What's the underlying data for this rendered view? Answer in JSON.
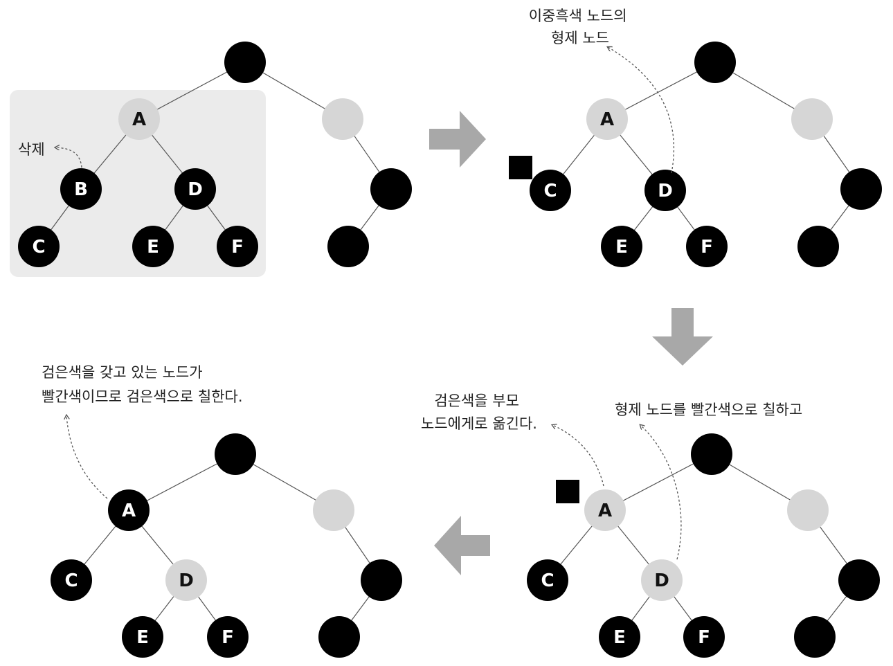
{
  "colors": {
    "black_node": "#000000",
    "red_node": "#d6d6d6",
    "black_label": "#ffffff",
    "red_label": "#111111",
    "highlight_box": "#ebebeb",
    "arrow": "#a8a8a8",
    "extra_black_marker": "#000000"
  },
  "panels": [
    {
      "id": "panel-1",
      "nodes": [
        {
          "id": "root",
          "label": "",
          "color": "black"
        },
        {
          "id": "A",
          "label": "A",
          "color": "red"
        },
        {
          "id": "right",
          "label": "",
          "color": "red"
        },
        {
          "id": "B",
          "label": "B",
          "color": "black"
        },
        {
          "id": "D",
          "label": "D",
          "color": "black"
        },
        {
          "id": "C",
          "label": "C",
          "color": "black"
        },
        {
          "id": "E",
          "label": "E",
          "color": "black"
        },
        {
          "id": "F",
          "label": "F",
          "color": "black"
        },
        {
          "id": "rr",
          "label": "",
          "color": "black"
        },
        {
          "id": "rrl",
          "label": "",
          "color": "black"
        }
      ],
      "edges": [
        [
          "root",
          "A"
        ],
        [
          "root",
          "right"
        ],
        [
          "A",
          "B"
        ],
        [
          "A",
          "D"
        ],
        [
          "B",
          "C"
        ],
        [
          "D",
          "E"
        ],
        [
          "D",
          "F"
        ],
        [
          "right",
          "rr"
        ],
        [
          "rr",
          "rrl"
        ]
      ],
      "annotations": [
        {
          "lines": [
            "삭제"
          ]
        }
      ]
    },
    {
      "id": "panel-2",
      "nodes": [
        {
          "id": "root",
          "label": "",
          "color": "black"
        },
        {
          "id": "A",
          "label": "A",
          "color": "red"
        },
        {
          "id": "right",
          "label": "",
          "color": "red"
        },
        {
          "id": "C",
          "label": "C",
          "color": "black"
        },
        {
          "id": "D",
          "label": "D",
          "color": "black"
        },
        {
          "id": "E",
          "label": "E",
          "color": "black"
        },
        {
          "id": "F",
          "label": "F",
          "color": "black"
        },
        {
          "id": "rr",
          "label": "",
          "color": "black"
        },
        {
          "id": "rrl",
          "label": "",
          "color": "black"
        }
      ],
      "edges": [
        [
          "root",
          "A"
        ],
        [
          "root",
          "right"
        ],
        [
          "A",
          "C"
        ],
        [
          "A",
          "D"
        ],
        [
          "D",
          "E"
        ],
        [
          "D",
          "F"
        ],
        [
          "right",
          "rr"
        ],
        [
          "rr",
          "rrl"
        ]
      ],
      "annotations": [
        {
          "lines": [
            "이중흑색 노드의",
            "형제 노드"
          ]
        }
      ]
    },
    {
      "id": "panel-3",
      "nodes": [
        {
          "id": "root",
          "label": "",
          "color": "black"
        },
        {
          "id": "A",
          "label": "A",
          "color": "red"
        },
        {
          "id": "right",
          "label": "",
          "color": "red"
        },
        {
          "id": "C",
          "label": "C",
          "color": "black"
        },
        {
          "id": "D",
          "label": "D",
          "color": "red"
        },
        {
          "id": "E",
          "label": "E",
          "color": "black"
        },
        {
          "id": "F",
          "label": "F",
          "color": "black"
        },
        {
          "id": "rr",
          "label": "",
          "color": "black"
        },
        {
          "id": "rrl",
          "label": "",
          "color": "black"
        }
      ],
      "edges": [
        [
          "root",
          "A"
        ],
        [
          "root",
          "right"
        ],
        [
          "A",
          "C"
        ],
        [
          "A",
          "D"
        ],
        [
          "D",
          "E"
        ],
        [
          "D",
          "F"
        ],
        [
          "right",
          "rr"
        ],
        [
          "rr",
          "rrl"
        ]
      ],
      "annotations": [
        {
          "lines": [
            "형제 노드를 빨간색으로 칠하고"
          ]
        },
        {
          "lines": [
            "검은색을 부모",
            "노드에게로 옮긴다."
          ]
        }
      ]
    },
    {
      "id": "panel-4",
      "nodes": [
        {
          "id": "root",
          "label": "",
          "color": "black"
        },
        {
          "id": "A",
          "label": "A",
          "color": "black"
        },
        {
          "id": "right",
          "label": "",
          "color": "red"
        },
        {
          "id": "C",
          "label": "C",
          "color": "black"
        },
        {
          "id": "D",
          "label": "D",
          "color": "red"
        },
        {
          "id": "E",
          "label": "E",
          "color": "black"
        },
        {
          "id": "F",
          "label": "F",
          "color": "black"
        },
        {
          "id": "rr",
          "label": "",
          "color": "black"
        },
        {
          "id": "rrl",
          "label": "",
          "color": "black"
        }
      ],
      "edges": [
        [
          "root",
          "A"
        ],
        [
          "root",
          "right"
        ],
        [
          "A",
          "C"
        ],
        [
          "A",
          "D"
        ],
        [
          "D",
          "E"
        ],
        [
          "D",
          "F"
        ],
        [
          "right",
          "rr"
        ],
        [
          "rr",
          "rrl"
        ]
      ],
      "annotations": [
        {
          "lines": [
            "검은색을 갖고 있는 노드가",
            "빨간색이므로 검은색으로 칠한다."
          ]
        }
      ]
    }
  ]
}
